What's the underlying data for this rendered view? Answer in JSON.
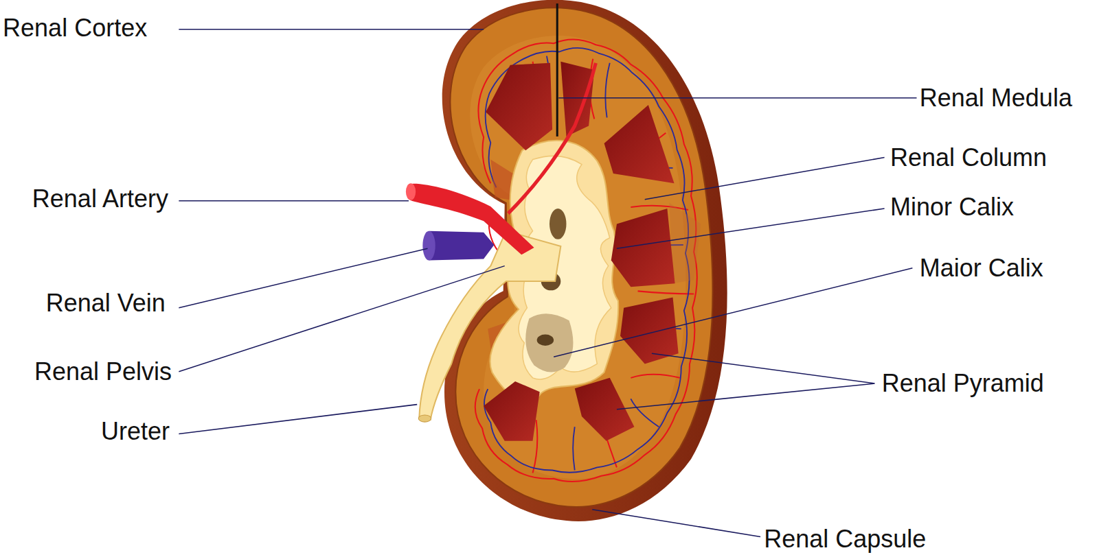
{
  "diagram": {
    "labels": [
      "Renal Cortex",
      "Renal Medula",
      "Renal Column",
      "Minor Calix",
      "Maior Calix",
      "Renal Artery",
      "Renal Vein",
      "Renal Pelvis",
      "Ureter",
      "Renal Pyramid",
      "Renal Capsule"
    ]
  }
}
